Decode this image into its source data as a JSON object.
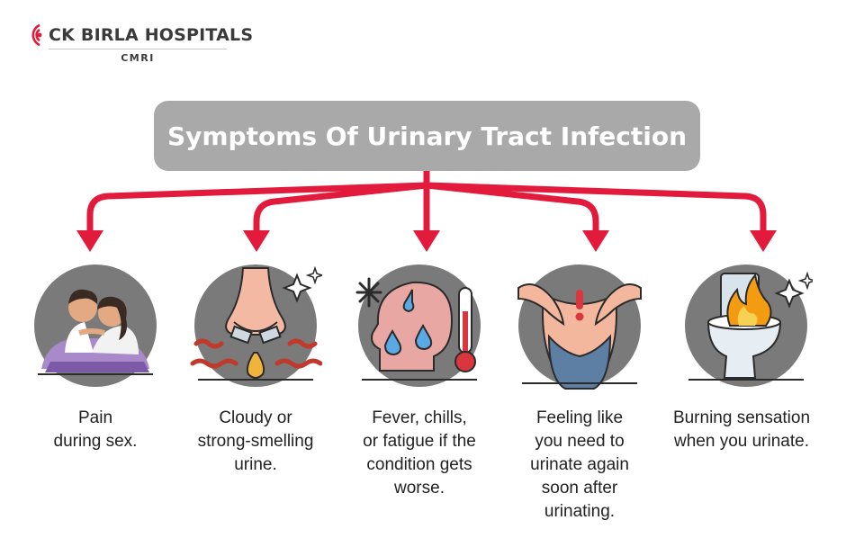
{
  "brand": {
    "name": "CK BIRLA HOSPITALS",
    "sub": "CMRI",
    "logo_icon": "concentric-arcs-logo-icon",
    "color": "#e21b3c"
  },
  "title": "Symptoms Of Urinary Tract Infection",
  "colors": {
    "arrow": "#e21b3c",
    "title_bg": "#a9a9a9",
    "circle": "#7a7a7a",
    "text": "#222222"
  },
  "symptoms": [
    {
      "icon": "couple-icon",
      "label": "Pain\nduring sex."
    },
    {
      "icon": "nose-smell-icon",
      "label": "Cloudy or\nstrong-smelling\nurine."
    },
    {
      "icon": "fever-head-icon",
      "label": "Fever, chills,\nor fatigue if the\ncondition gets\nworse."
    },
    {
      "icon": "bladder-icon",
      "label": "Feeling like\nyou need to\nurinate again\nsoon after\nurinating."
    },
    {
      "icon": "burning-toilet-icon",
      "label": "Burning sensation\nwhen you urinate."
    }
  ]
}
